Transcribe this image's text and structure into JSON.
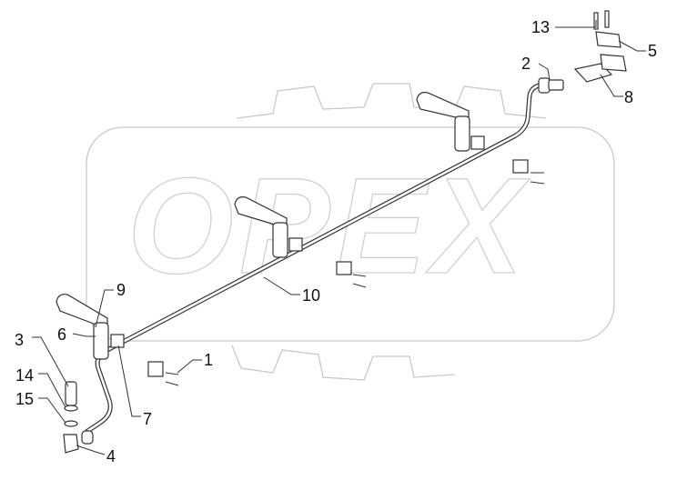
{
  "watermark": {
    "text": "OPEX",
    "color": "#d8d8d8"
  },
  "callouts": [
    {
      "id": "13",
      "label": "13"
    },
    {
      "id": "5",
      "label": "5"
    },
    {
      "id": "2",
      "label": "2"
    },
    {
      "id": "8",
      "label": "8"
    },
    {
      "id": "9",
      "label": "9"
    },
    {
      "id": "10",
      "label": "10"
    },
    {
      "id": "6",
      "label": "6"
    },
    {
      "id": "3",
      "label": "3"
    },
    {
      "id": "1",
      "label": "1"
    },
    {
      "id": "14",
      "label": "14"
    },
    {
      "id": "15",
      "label": "15"
    },
    {
      "id": "7",
      "label": "7"
    },
    {
      "id": "4",
      "label": "4"
    }
  ]
}
